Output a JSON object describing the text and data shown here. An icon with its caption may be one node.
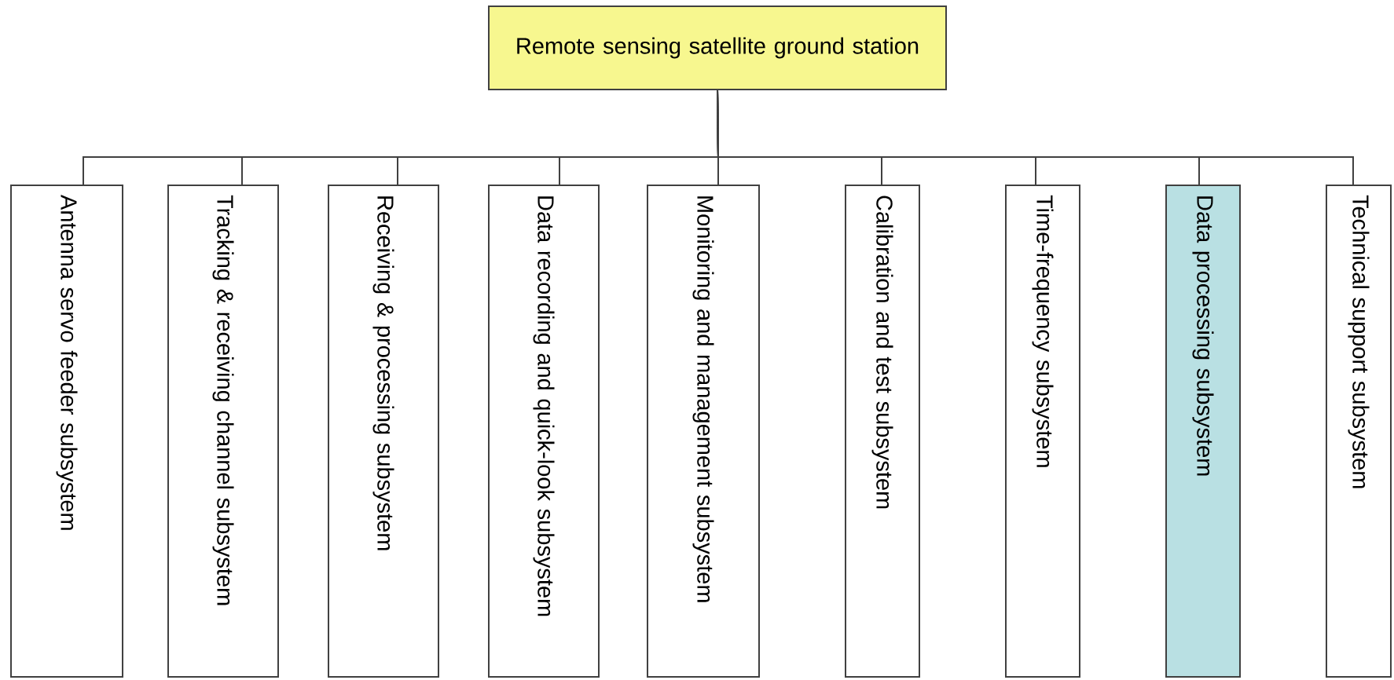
{
  "diagram": {
    "nodes": [
      {
        "text": [
          "Remote sensing satellite ground station"
        ]
      },
      {
        "text": [
          "Antenna servo feeder subsystem"
        ]
      },
      {
        "text": [
          "Tracking & receiving channel subsystem"
        ]
      },
      {
        "text": [
          "Receiving & processing subsystem"
        ]
      },
      {
        "text": [
          "Data recording and quick-look subsystem"
        ]
      },
      {
        "text": [
          "Monitoring and management subsystem"
        ]
      },
      {
        "text": [
          "Calibration and test subsystem"
        ]
      },
      {
        "text": [
          "Time-frequency subsystem"
        ]
      },
      {
        "text": [
          "Data processing subsystem"
        ]
      },
      {
        "text": [
          "Technical support subsystem"
        ]
      }
    ],
    "edges": [
      {
        "from": 0,
        "to": 1,
        "arrow": "none"
      },
      {
        "from": 0,
        "to": 2,
        "arrow": "none"
      },
      {
        "from": 0,
        "to": 3,
        "arrow": "none"
      },
      {
        "from": 0,
        "to": 4,
        "arrow": "none"
      },
      {
        "from": 0,
        "to": 5,
        "arrow": "none"
      },
      {
        "from": 0,
        "to": 6,
        "arrow": "none"
      },
      {
        "from": 0,
        "to": 7,
        "arrow": "none"
      },
      {
        "from": 0,
        "to": 8,
        "arrow": "none"
      },
      {
        "from": 0,
        "to": 9,
        "arrow": "none"
      }
    ]
  }
}
